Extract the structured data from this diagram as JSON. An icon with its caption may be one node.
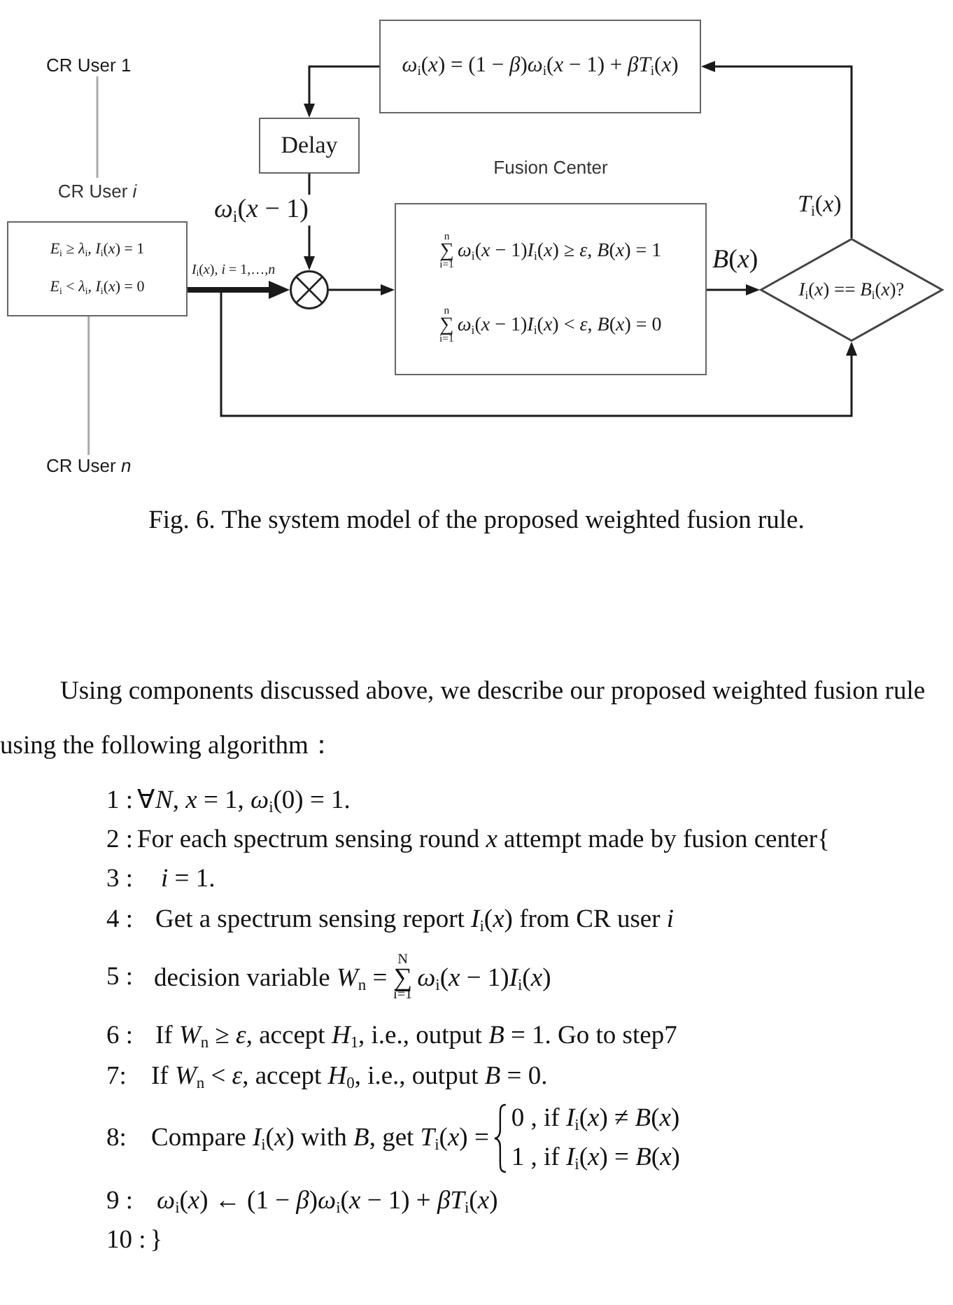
{
  "diagram": {
    "caption": "Fig. 6. The system model of the proposed weighted fusion rule.",
    "nodes": [
      {
        "text": [
          "CR User 1"
        ]
      },
      {
        "text": [
          "*ω*$_{i}$(*x*) = (1 − *β*)*ω*$_{i}$(*x* − 1) + *βT*$_{i}$(*x*)"
        ]
      },
      {
        "text": [
          "Delay"
        ]
      },
      {
        "text": [
          "CR User *i*",
          "*E*$_{i}$ ≥ *λ*$_{i}$, *I*$_{i}$(*x*) = 1",
          "*E*$_{i}$ < *λ*$_{i}$, *I*$_{i}$(*x*) = 0"
        ]
      },
      {
        "text": [],
        "shape": "circle"
      },
      {
        "text": [
          "Fusion Center",
          "∑$^{n}$$_{i=1}$*ω*$_{i}$(*x* − 1)*I*$_{i}$(*x*) ≥ *ε*, *B*(*x*) = 1",
          "∑$^{n}$$_{i=1}$*ω*$_{i}$(*x* − 1)*I*$_{i}$(*x*) < *ε*, *B*(*x*) = 0"
        ]
      },
      {
        "text": [
          "*I*$_{i}$(*x*) == *B*$_{i}$(*x*)?"
        ]
      },
      {
        "text": [
          "CR User *n*"
        ]
      }
    ],
    "edges": [
      {
        "from": 0,
        "to": 3,
        "arrow": "none",
        "color": "#aaaaaa"
      },
      {
        "from": 3,
        "to": 7,
        "arrow": "none",
        "color": "#aaaaaa"
      },
      {
        "from": 2,
        "to": 4,
        "arrow": "to",
        "label": "*ω*$_{i}$(*x* − 1)"
      },
      {
        "from": 3,
        "to": 4,
        "arrow": "to",
        "label": "*I*$_{i}$(*x*), *i* = 1,…,*n*",
        "style": "thick"
      },
      {
        "from": 3,
        "to": 6,
        "arrow": "to"
      },
      {
        "from": 4,
        "to": 5,
        "arrow": "to"
      },
      {
        "from": 5,
        "to": 6,
        "arrow": "to",
        "label": "*B*(*x*)"
      },
      {
        "from": 6,
        "to": 1,
        "arrow": "to",
        "label": "*T*$_{i}$(*x*)"
      },
      {
        "from": 1,
        "to": 2,
        "arrow": "to"
      }
    ],
    "labels": [
      "Using components discussed above, we describe our proposed weighted fusion rule using the following algorithm：",
      "1 :",
      "∀*N*, *x* = 1, *ω*$_{i}$(0) = 1.",
      "2 :",
      "For each spectrum sensing round *x* attempt made by fusion center{",
      "3 :",
      "*i* = 1.",
      "4 :",
      "Get a spectrum sensing report *I*$_{i}$(*x*) from CR user *i*",
      "5 :",
      "decision variable *W*$_{n}$ = ∑$^{N}$$_{i=1}$*ω*$_{i}$(*x* − 1)*I*$_{i}$(*x*)",
      "6 :",
      "If *W*$_{n}$ ≥ *ε*, accept *H*$_{1}$, i.e., output *B* = 1. Go to step7",
      "7:",
      "If *W*$_{n}$ < *ε*, accept *H*$_{0}$, i.e., output *B* = 0.",
      "8:",
      "Compare *I*$_{i}$(*x*) with *B*, get *T*$_{i}$(*x*) =",
      "0 , if *I*$_{i}$(*x*) ≠ *B*(*x*)",
      "1 , if *I*$_{i}$(*x*) = *B*(*x*)",
      "9 :",
      "*ω*$_{i}$(*x*) ← (1 − *β*)*ω*$_{i}$(*x* − 1) + *βT*$_{i}$(*x*)",
      "10 :",
      "}"
    ]
  }
}
